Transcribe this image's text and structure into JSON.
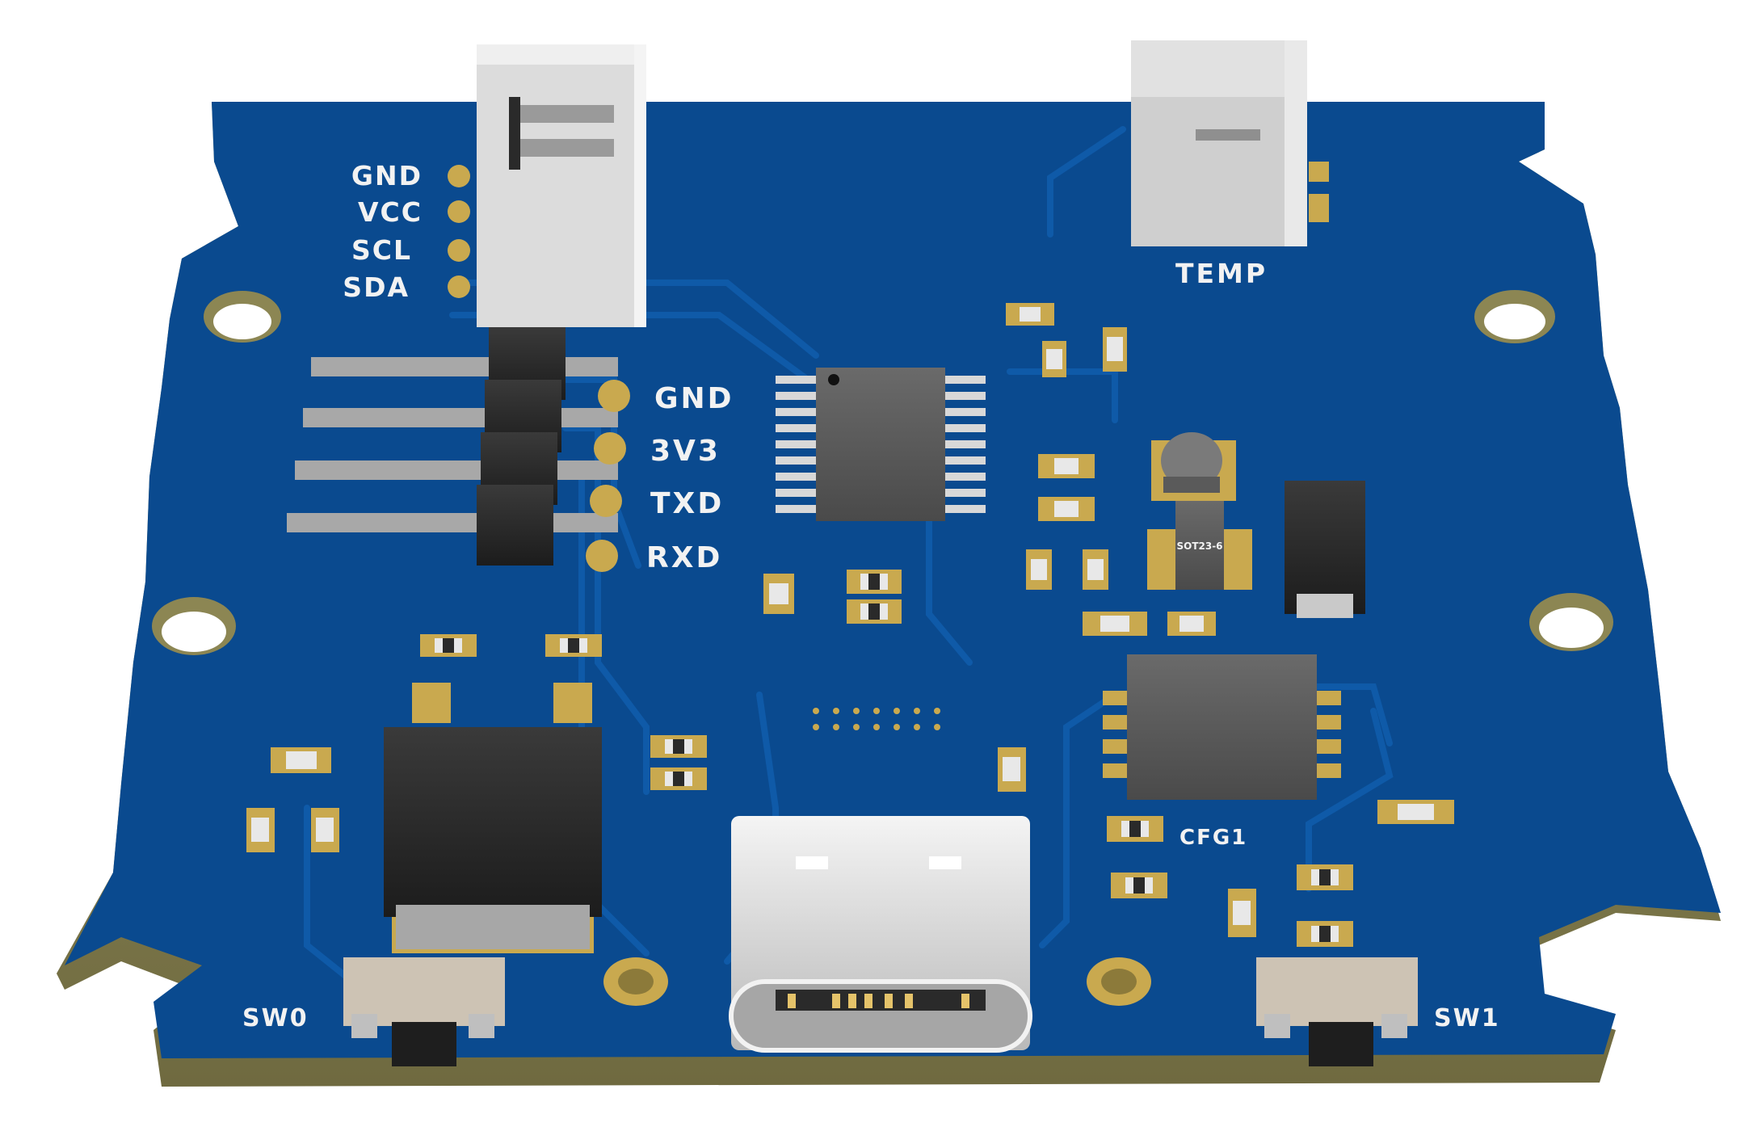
{
  "labels": {
    "i2c_gnd": "GND",
    "i2c_vcc": "VCC",
    "i2c_scl": "SCL",
    "i2c_sda": "SDA",
    "uart_gnd": "GND",
    "uart_3v3": "3V3",
    "uart_txd": "TXD",
    "uart_rxd": "RXD",
    "temp": "TEMP",
    "cfg1": "CFG1",
    "sw0": "SW0",
    "sw1": "SW1",
    "sot_marking": "SOT23-6"
  },
  "colors": {
    "pcb": "#0a4a8f",
    "pcb_edge": "#8c8653",
    "copper": "#c9a94f",
    "silkscreen": "#f2f2f2",
    "component": "#2a2a2a",
    "connector": "#e4e4e4"
  }
}
